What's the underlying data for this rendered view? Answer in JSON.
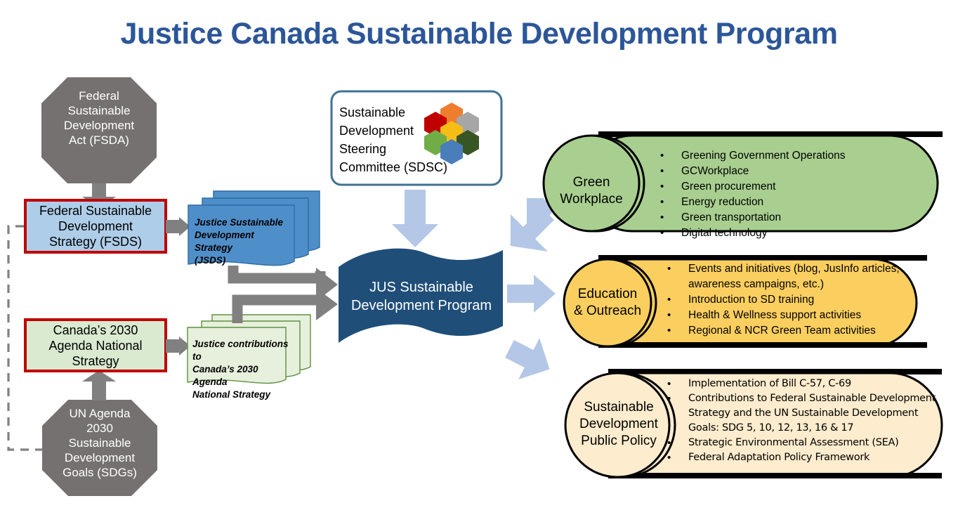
{
  "page": {
    "title": "Justice Canada Sustainable Development Program",
    "title_color": "#2c5699"
  },
  "inputs": {
    "fsda": {
      "label": "Federal Sustainable Development Act (FSDA)",
      "lines": [
        "Federal",
        "Sustainable",
        "Development",
        "Act (FSDA)"
      ],
      "fill": "#767171",
      "text_color": "#ffffff"
    },
    "fsds": {
      "label": "Federal Sustainable Development Strategy (FSDS)",
      "lines": [
        "Federal Sustainable",
        "Development",
        "Strategy (FSDS)"
      ],
      "fill": "#aecde8",
      "border": "#c00000"
    },
    "canada_2030": {
      "label": "Canada’s 2030 Agenda National Strategy",
      "lines": [
        "Canada’s 2030",
        "Agenda National",
        "Strategy"
      ],
      "fill": "#d9ead0",
      "border": "#c00000"
    },
    "un_agenda": {
      "label": "UN Agenda 2030 Sustainable Development Goals (SDGs)",
      "lines": [
        "UN Agenda",
        "2030",
        "Sustainable",
        "Development",
        "Goals (SDGs)"
      ],
      "fill": "#767171",
      "text_color": "#ffffff"
    }
  },
  "documents": {
    "jsds": {
      "lines": [
        "Justice Sustainable",
        "Development  Strategy",
        "(JSDS)"
      ],
      "fill": "#4f8fc9",
      "border": "#2e6ca4"
    },
    "contributions": {
      "lines": [
        "Justice contributions to",
        "Canada’s 2030 Agenda",
        "National Strategy"
      ],
      "fill": "#e6f0dc",
      "border": "#5f8f3e"
    }
  },
  "sdsc": {
    "lines": [
      "Sustainable",
      "Development",
      "Steering",
      "Committee (SDSC)"
    ],
    "border": "#3f7292",
    "hex_colors": {
      "center": "#f6bd17",
      "top": "#ee7d2e",
      "upper_right": "#a6a6a6",
      "lower_right": "#375623",
      "bottom": "#4a7ebb",
      "lower_left": "#70ad47",
      "upper_left": "#c00000"
    }
  },
  "program_banner": {
    "lines": [
      "JUS Sustainable",
      "Development Program"
    ],
    "fill": "#1f4e79",
    "text_color": "#ffffff"
  },
  "arrows": {
    "gray_fill": "#808080",
    "blue_fill": "#b4c7e7",
    "dashed_color": "#808080"
  },
  "pillars": [
    {
      "name": "green-workplace",
      "title_lines": [
        "Green",
        "Workplace"
      ],
      "fill": "#a9cf90",
      "circle_fill": "#a9cf90",
      "bullets": [
        "Greening  Government Operations",
        "GCWorkplace",
        "Green procurement",
        "Energy reduction",
        "Green transportation",
        "Digital technology"
      ]
    },
    {
      "name": "education-outreach",
      "title_lines": [
        "Education",
        "& Outreach"
      ],
      "fill": "#fbcf5f",
      "circle_fill": "#fbcf5f",
      "bullets": [
        "Events and initiatives  (blog, JusInfo articles, awareness campaigns, etc.)",
        "Introduction to SD training",
        "Health & Wellness support activities",
        "Regional & NCR Green Team activities"
      ]
    },
    {
      "name": "sustainable-development-public-policy",
      "title_lines": [
        "Sustainable",
        "Development",
        "Public Policy"
      ],
      "fill": "#fdeccd",
      "circle_fill": "#fdeccd",
      "bullets": [
        "Implementation of Bill C-57, C-69",
        "Contributions to Federal Sustainable Development Strategy and the UN Sustainable Development Goals: SDG 5, 10,  12, 13,  16 & 17",
        "Strategic Environmental Assessment (SEA)",
        "Federal Adaptation Policy Framework"
      ]
    }
  ]
}
